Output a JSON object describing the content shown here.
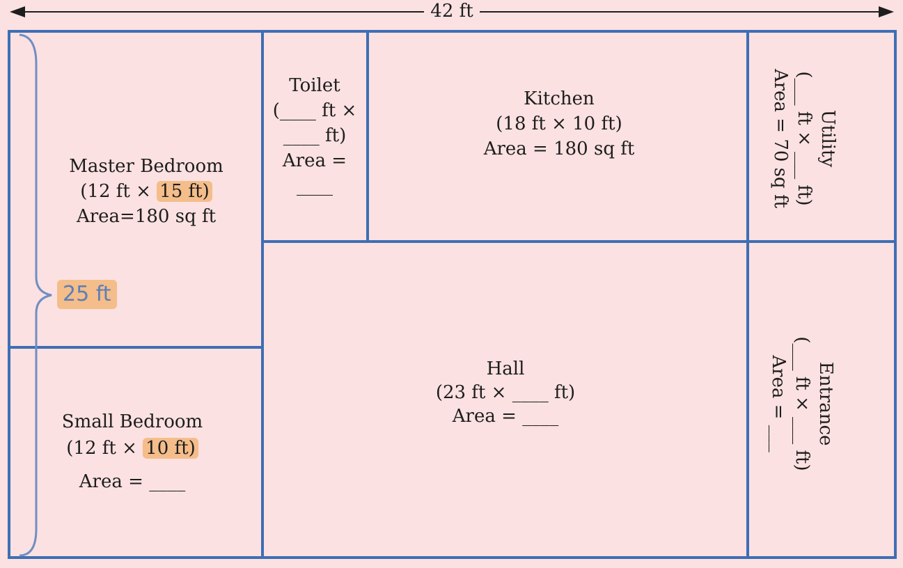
{
  "colors": {
    "background": "#fbe1e1",
    "walls": "#3e6eb4",
    "highlight": "#f4bd8a",
    "brace": "#6f8ec4"
  },
  "overall": {
    "width_label": "42 ft",
    "height_label": "25 ft"
  },
  "rooms": {
    "master_bedroom": {
      "name": "Master Bedroom",
      "dims_prefix": "(12 ft × ",
      "dims_highlight": "15 ft)",
      "area": "Area=180 sq ft"
    },
    "small_bedroom": {
      "name": "Small Bedroom",
      "dims_prefix": "(12 ft × ",
      "dims_highlight": "10 ft)",
      "area": "Area = ____"
    },
    "toilet": {
      "name": "Toilet",
      "line2": "(____ ft ×",
      "line3": "____ ft)",
      "line4": "Area =",
      "line5": "____"
    },
    "kitchen": {
      "name": "Kitchen",
      "dims": "(18 ft × 10 ft)",
      "area": "Area = 180 sq ft"
    },
    "hall": {
      "name": "Hall",
      "dims": "(23 ft × ____ ft)",
      "area": "Area = ____"
    },
    "utility": {
      "name": "Utility",
      "dims": "(___ ft × ___ ft)",
      "area": "Area = 70 sq ft"
    },
    "entrance": {
      "name": "Entrance",
      "dims": "(___ ft × ___ ft)",
      "area": "Area = ___"
    }
  }
}
